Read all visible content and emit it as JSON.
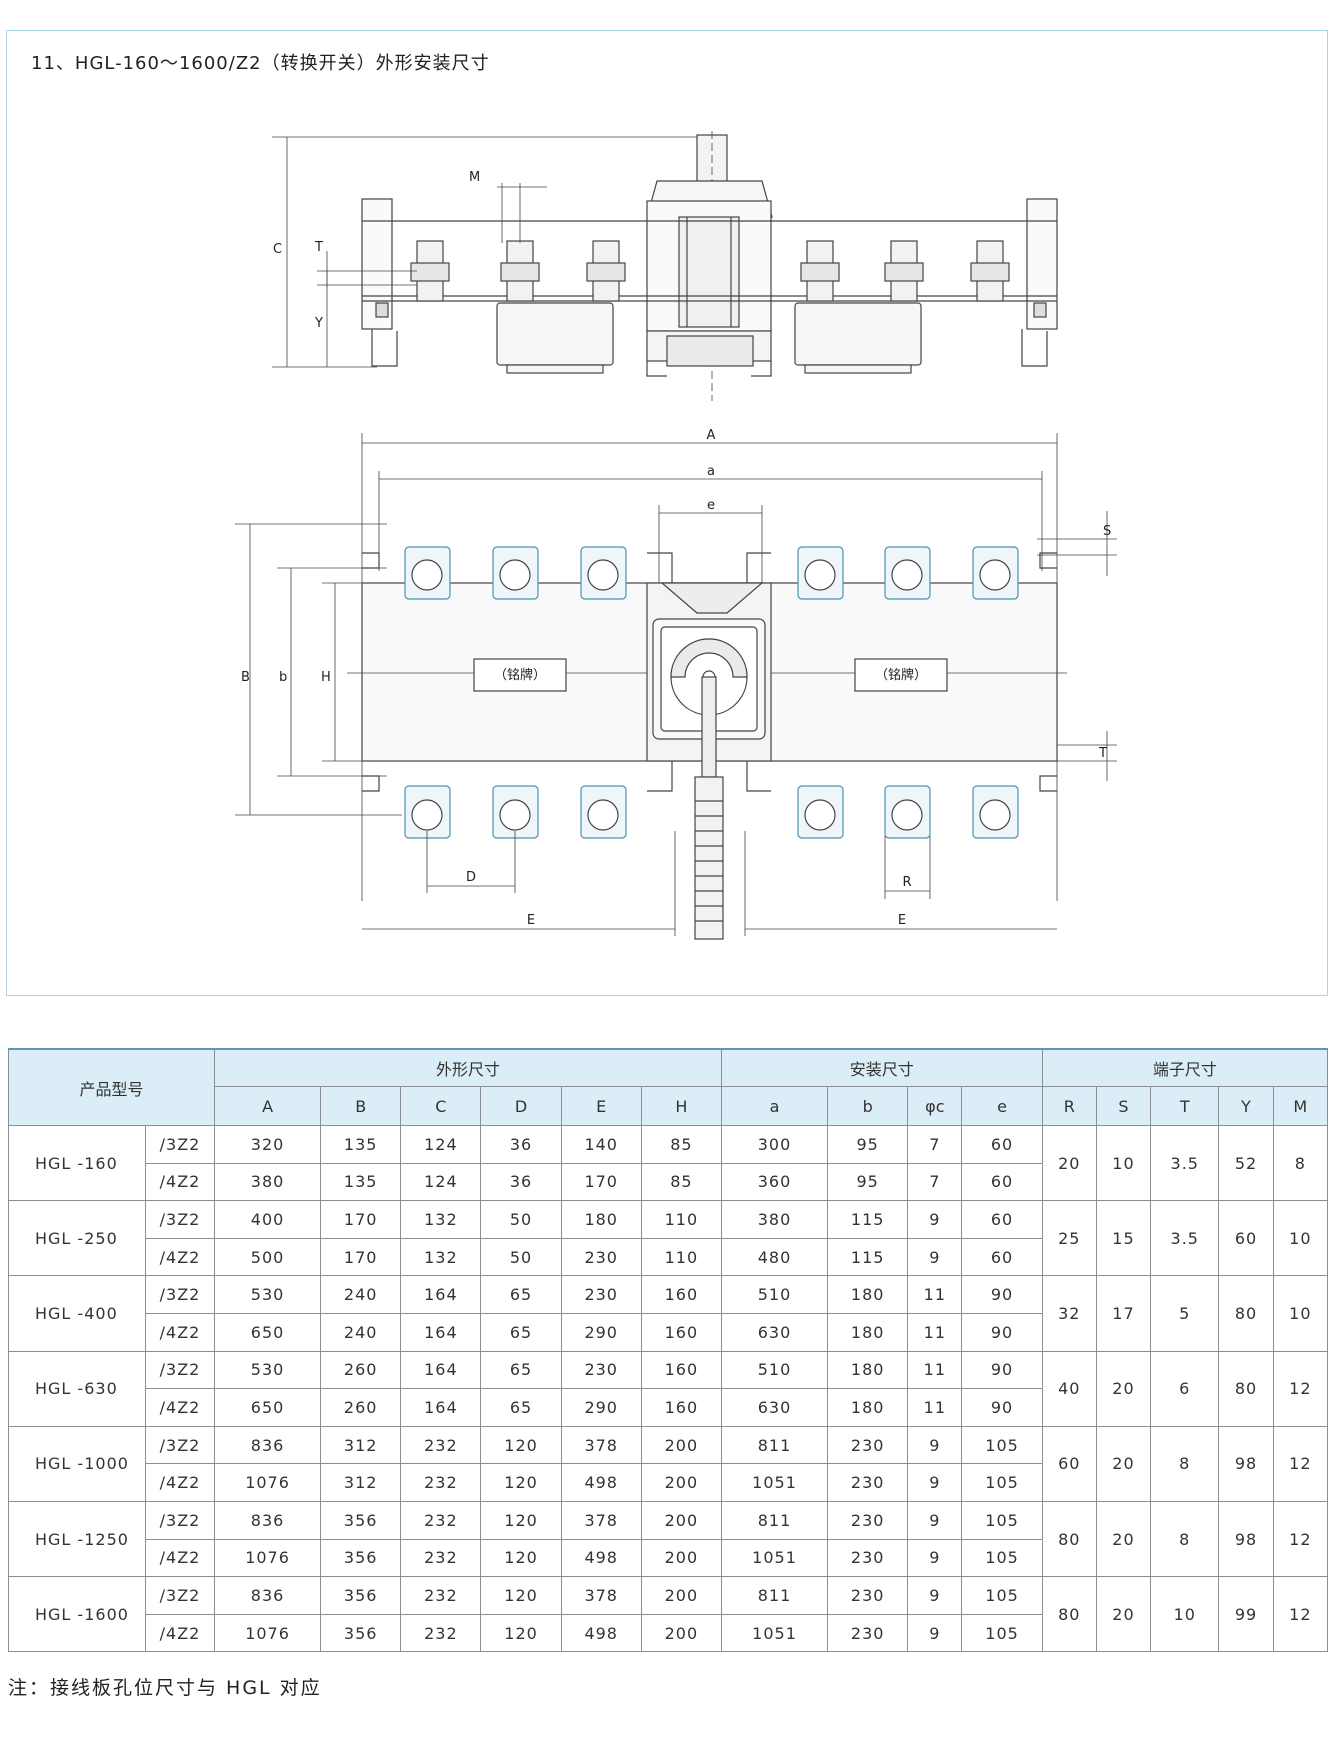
{
  "title": "11、HGL-160～1600/Z2（转换开关）外形安装尺寸",
  "drawing": {
    "dims": {
      "A": "A",
      "a": "a",
      "e": "e",
      "S": "S",
      "B": "B",
      "b": "b",
      "H": "H",
      "T": "T",
      "D": "D",
      "R": "R",
      "E": "E",
      "C": "C",
      "Y": "Y",
      "M": "M"
    },
    "nameplate": "（铭牌）"
  },
  "table": {
    "model_header": "产品型号",
    "groups": [
      "外形尺寸",
      "安装尺寸",
      "端子尺寸"
    ],
    "columns": [
      "A",
      "B",
      "C",
      "D",
      "E",
      "H",
      "a",
      "b",
      "φc",
      "e",
      "R",
      "S",
      "T",
      "Y",
      "M"
    ],
    "rows": [
      {
        "model": "HGL -160",
        "subs": [
          {
            "suffix": "/3Z2",
            "vals": [
              "320",
              "135",
              "124",
              "36",
              "140",
              "85",
              "300",
              "95",
              "7",
              "60"
            ]
          },
          {
            "suffix": "/4Z2",
            "vals": [
              "380",
              "135",
              "124",
              "36",
              "170",
              "85",
              "360",
              "95",
              "7",
              "60"
            ]
          }
        ],
        "terminal": [
          "20",
          "10",
          "3.5",
          "52",
          "8"
        ]
      },
      {
        "model": "HGL -250",
        "subs": [
          {
            "suffix": "/3Z2",
            "vals": [
              "400",
              "170",
              "132",
              "50",
              "180",
              "110",
              "380",
              "115",
              "9",
              "60"
            ]
          },
          {
            "suffix": "/4Z2",
            "vals": [
              "500",
              "170",
              "132",
              "50",
              "230",
              "110",
              "480",
              "115",
              "9",
              "60"
            ]
          }
        ],
        "terminal": [
          "25",
          "15",
          "3.5",
          "60",
          "10"
        ]
      },
      {
        "model": "HGL -400",
        "subs": [
          {
            "suffix": "/3Z2",
            "vals": [
              "530",
              "240",
              "164",
              "65",
              "230",
              "160",
              "510",
              "180",
              "11",
              "90"
            ]
          },
          {
            "suffix": "/4Z2",
            "vals": [
              "650",
              "240",
              "164",
              "65",
              "290",
              "160",
              "630",
              "180",
              "11",
              "90"
            ]
          }
        ],
        "terminal": [
          "32",
          "17",
          "5",
          "80",
          "10"
        ]
      },
      {
        "model": "HGL -630",
        "subs": [
          {
            "suffix": "/3Z2",
            "vals": [
              "530",
              "260",
              "164",
              "65",
              "230",
              "160",
              "510",
              "180",
              "11",
              "90"
            ]
          },
          {
            "suffix": "/4Z2",
            "vals": [
              "650",
              "260",
              "164",
              "65",
              "290",
              "160",
              "630",
              "180",
              "11",
              "90"
            ]
          }
        ],
        "terminal": [
          "40",
          "20",
          "6",
          "80",
          "12"
        ]
      },
      {
        "model": "HGL -1000",
        "subs": [
          {
            "suffix": "/3Z2",
            "vals": [
              "836",
              "312",
              "232",
              "120",
              "378",
              "200",
              "811",
              "230",
              "9",
              "105"
            ]
          },
          {
            "suffix": "/4Z2",
            "vals": [
              "1076",
              "312",
              "232",
              "120",
              "498",
              "200",
              "1051",
              "230",
              "9",
              "105"
            ]
          }
        ],
        "terminal": [
          "60",
          "20",
          "8",
          "98",
          "12"
        ]
      },
      {
        "model": "HGL -1250",
        "subs": [
          {
            "suffix": "/3Z2",
            "vals": [
              "836",
              "356",
              "232",
              "120",
              "378",
              "200",
              "811",
              "230",
              "9",
              "105"
            ]
          },
          {
            "suffix": "/4Z2",
            "vals": [
              "1076",
              "356",
              "232",
              "120",
              "498",
              "200",
              "1051",
              "230",
              "9",
              "105"
            ]
          }
        ],
        "terminal": [
          "80",
          "20",
          "8",
          "98",
          "12"
        ]
      },
      {
        "model": "HGL -1600",
        "subs": [
          {
            "suffix": "/3Z2",
            "vals": [
              "836",
              "356",
              "232",
              "120",
              "378",
              "200",
              "811",
              "230",
              "9",
              "105"
            ]
          },
          {
            "suffix": "/4Z2",
            "vals": [
              "1076",
              "356",
              "232",
              "120",
              "498",
              "200",
              "1051",
              "230",
              "9",
              "105"
            ]
          }
        ],
        "terminal": [
          "80",
          "20",
          "10",
          "99",
          "12"
        ]
      }
    ]
  },
  "note": "注：接线板孔位尺寸与 HGL 对应"
}
